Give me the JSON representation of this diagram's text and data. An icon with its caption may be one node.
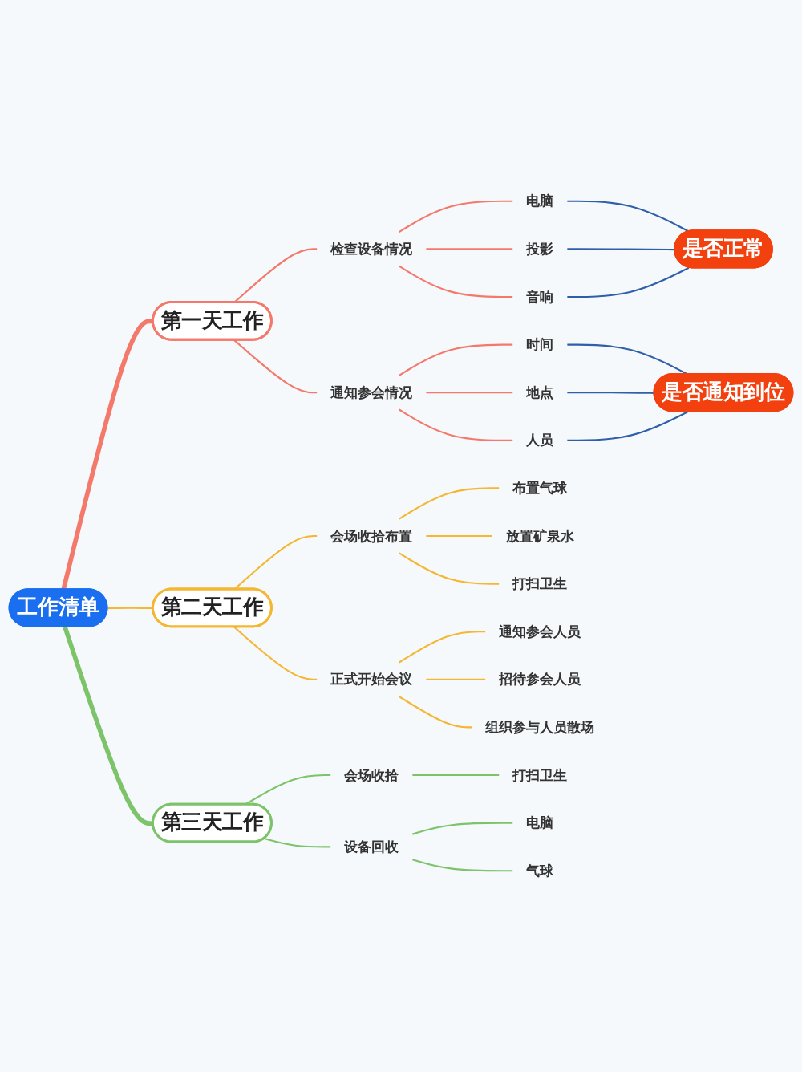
{
  "diagram": {
    "nodes": [
      {
        "text": [
          "工作清单"
        ]
      },
      {
        "text": [
          "第一天工作"
        ]
      },
      {
        "text": [
          "检查设备情况"
        ]
      },
      {
        "text": [
          "电脑"
        ]
      },
      {
        "text": [
          "投影"
        ]
      },
      {
        "text": [
          "音响"
        ]
      },
      {
        "text": [
          "是否正常"
        ]
      },
      {
        "text": [
          "通知参会情况"
        ]
      },
      {
        "text": [
          "时间"
        ]
      },
      {
        "text": [
          "地点"
        ]
      },
      {
        "text": [
          "人员"
        ]
      },
      {
        "text": [
          "是否通知到位"
        ]
      },
      {
        "text": [
          "第二天工作"
        ]
      },
      {
        "text": [
          "会场收拾布置"
        ]
      },
      {
        "text": [
          "布置气球"
        ]
      },
      {
        "text": [
          "放置矿泉水"
        ]
      },
      {
        "text": [
          "打扫卫生"
        ]
      },
      {
        "text": [
          "正式开始会议"
        ]
      },
      {
        "text": [
          "通知参会人员"
        ]
      },
      {
        "text": [
          "招待参会人员"
        ]
      },
      {
        "text": [
          "组织参与人员散场"
        ]
      },
      {
        "text": [
          "第三天工作"
        ]
      },
      {
        "text": [
          "会场收拾"
        ]
      },
      {
        "text": [
          "打扫卫生"
        ]
      },
      {
        "text": [
          "设备回收"
        ]
      },
      {
        "text": [
          "电脑"
        ]
      },
      {
        "text": [
          "气球"
        ]
      }
    ],
    "edges": [
      {
        "from": 0,
        "to": 1,
        "arrow": "none",
        "style": "thick",
        "color": "#f4796b"
      },
      {
        "from": 1,
        "to": 2,
        "arrow": "none",
        "color": "#f4796b"
      },
      {
        "from": 2,
        "to": 3,
        "arrow": "none",
        "color": "#f4796b"
      },
      {
        "from": 2,
        "to": 4,
        "arrow": "none",
        "color": "#f4796b"
      },
      {
        "from": 2,
        "to": 5,
        "arrow": "none",
        "color": "#f4796b"
      },
      {
        "from": 3,
        "to": 6,
        "arrow": "none",
        "color": "#2f5fa8"
      },
      {
        "from": 4,
        "to": 6,
        "arrow": "none",
        "color": "#2f5fa8"
      },
      {
        "from": 5,
        "to": 6,
        "arrow": "none",
        "color": "#2f5fa8"
      },
      {
        "from": 1,
        "to": 7,
        "arrow": "none",
        "color": "#f4796b"
      },
      {
        "from": 7,
        "to": 8,
        "arrow": "none",
        "color": "#f4796b"
      },
      {
        "from": 7,
        "to": 9,
        "arrow": "none",
        "color": "#f4796b"
      },
      {
        "from": 7,
        "to": 10,
        "arrow": "none",
        "color": "#f4796b"
      },
      {
        "from": 8,
        "to": 11,
        "arrow": "none",
        "color": "#2f5fa8"
      },
      {
        "from": 9,
        "to": 11,
        "arrow": "none",
        "color": "#2f5fa8"
      },
      {
        "from": 10,
        "to": 11,
        "arrow": "none",
        "color": "#2f5fa8"
      },
      {
        "from": 0,
        "to": 12,
        "arrow": "none",
        "color": "#f5b731"
      },
      {
        "from": 12,
        "to": 13,
        "arrow": "none",
        "color": "#f5b731"
      },
      {
        "from": 13,
        "to": 14,
        "arrow": "none",
        "color": "#f5b731"
      },
      {
        "from": 13,
        "to": 15,
        "arrow": "none",
        "color": "#f5b731"
      },
      {
        "from": 13,
        "to": 16,
        "arrow": "none",
        "color": "#f5b731"
      },
      {
        "from": 12,
        "to": 17,
        "arrow": "none",
        "color": "#f5b731"
      },
      {
        "from": 17,
        "to": 18,
        "arrow": "none",
        "color": "#f5b731"
      },
      {
        "from": 17,
        "to": 19,
        "arrow": "none",
        "color": "#f5b731"
      },
      {
        "from": 17,
        "to": 20,
        "arrow": "none",
        "color": "#f5b731"
      },
      {
        "from": 0,
        "to": 21,
        "arrow": "none",
        "style": "thick",
        "color": "#7cc36a"
      },
      {
        "from": 21,
        "to": 22,
        "arrow": "none",
        "color": "#7cc36a"
      },
      {
        "from": 22,
        "to": 23,
        "arrow": "none",
        "color": "#7cc36a"
      },
      {
        "from": 21,
        "to": 24,
        "arrow": "none",
        "color": "#7cc36a"
      },
      {
        "from": 24,
        "to": 25,
        "arrow": "none",
        "color": "#7cc36a"
      },
      {
        "from": 24,
        "to": 26,
        "arrow": "none",
        "color": "#7cc36a"
      }
    ]
  }
}
